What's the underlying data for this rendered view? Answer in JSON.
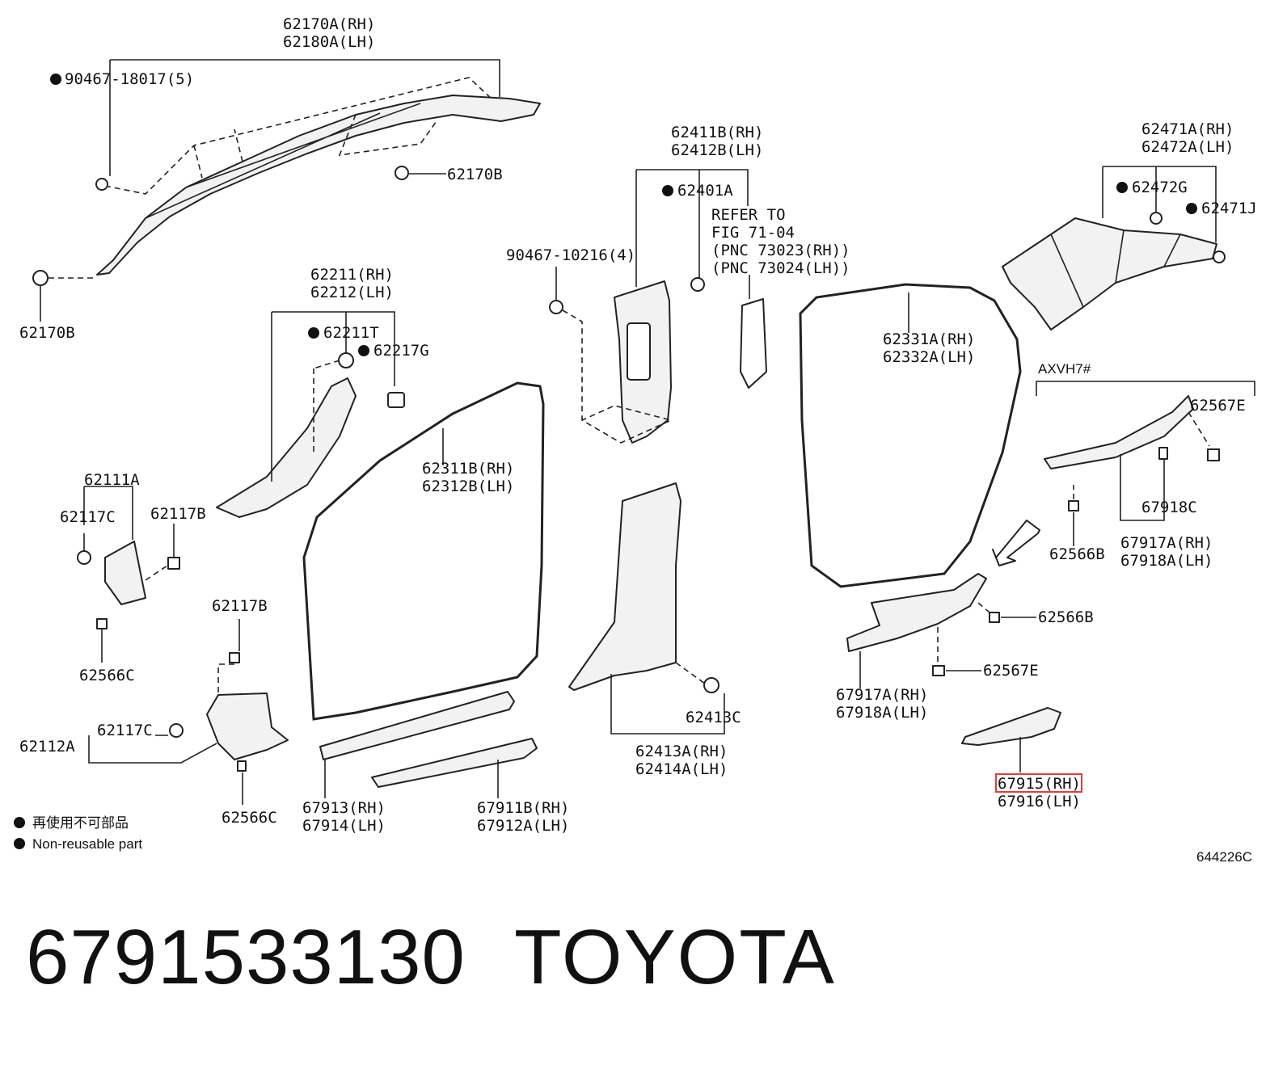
{
  "labels": {
    "p62170A": "62170A(RH)",
    "p62180A": "62180A(LH)",
    "p90467_18017": "90467-18017(5)",
    "p62170B_top": "62170B",
    "p62170B_left": "62170B",
    "p62411B": "62411B(RH)",
    "p62412B": "62412B(LH)",
    "p62401A": "62401A",
    "refer1": "REFER TO",
    "refer2": "FIG 71-04",
    "refer3": "(PNC 73023(RH))",
    "refer4": "(PNC 73024(LH))",
    "p90467_10216": "90467-10216(4)",
    "p62471A": "62471A(RH)",
    "p62472A": "62472A(LH)",
    "p62472G": "62472G",
    "p62471J": "62471J",
    "p62211": "62211(RH)",
    "p62212": "62212(LH)",
    "p62211T": "62211T",
    "p62217G": "62217G",
    "p62331A": "62331A(RH)",
    "p62332A": "62332A(LH)",
    "axvh": "AXVH7#",
    "p62567E_top": "62567E",
    "p62311B": "62311B(RH)",
    "p62312B": "62312B(LH)",
    "p62111A": "62111A",
    "p62117C_top": "62117C",
    "p62117B_top": "62117B",
    "p67918C": "67918C",
    "p62566B_right": "62566B",
    "p67917A_r": "67917A(RH)",
    "p67918A_r": "67918A(LH)",
    "p62566B_mid": "62566B",
    "p62117B_mid": "62117B",
    "p62566C_left": "62566C",
    "p62567E_bot": "62567E",
    "p67917A_l": "67917A(RH)",
    "p67918A_l": "67918A(LH)",
    "p62413C": "62413C",
    "p62112A": "62112A",
    "p62117C_bot": "62117C",
    "p62413A": "62413A(RH)",
    "p62414A": "62414A(LH)",
    "p67915": "67915(RH)",
    "p67916": "67916(LH)",
    "p67913": "67913(RH)",
    "p67914": "67914(LH)",
    "p67911B": "67911B(RH)",
    "p67912A": "67912A(LH)",
    "p62566C_bot": "62566C",
    "legend_jp": "再使用不可部品",
    "legend_en": "Non-reusable part",
    "fig_code": "644226C"
  },
  "footer": {
    "part_number": "6791533130",
    "brand": "TOYOTA"
  },
  "highlight": {
    "part": "67915(RH)",
    "color": "#e23b3b"
  }
}
